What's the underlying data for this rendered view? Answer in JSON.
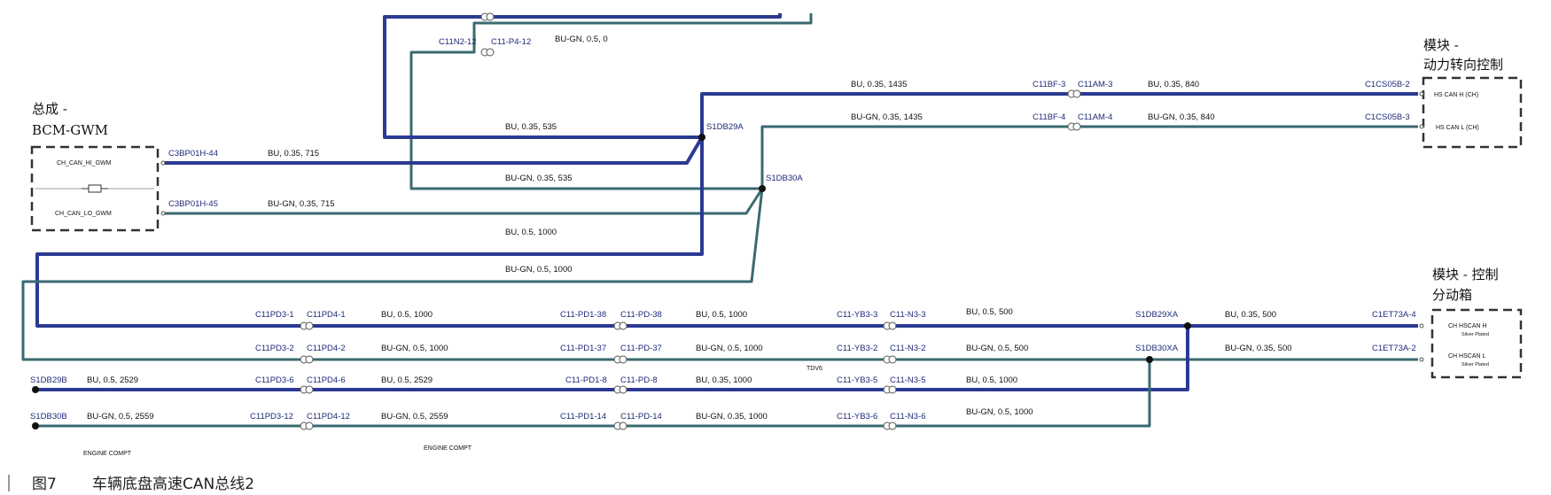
{
  "caption": {
    "fig": "图7",
    "title": "车辆底盘高速CAN总线2"
  },
  "colors": {
    "bu": "#2b3a92",
    "bu_gn": "#3a6a70",
    "text": "#1e2a78",
    "box": "#333333"
  },
  "modules": {
    "bcm": {
      "title_cn": "总成 -",
      "title_en": "BCM-GWM",
      "pin_hi": "CH_CAN_HI_GWM",
      "pin_lo": "CH_CAN_LO_GWM"
    },
    "ps": {
      "title1": "模块 -",
      "title2": "动力转向控制",
      "pin_h": "HS CAN H (CH)",
      "pin_l": "HS CAN L (CH)"
    },
    "tc": {
      "title1": "模块 - 控制",
      "title2": "分动箱",
      "pin_h": "CH HSCAN H",
      "pin_h_sub": "Silver Plated",
      "pin_l": "CH HSCAN L",
      "pin_l_sub": "Silver Plated"
    }
  },
  "connectors": {
    "c11n2_12": "C11N2-12",
    "c11p4_12": "C11-P4-12",
    "c3bp01h_44": "C3BP01H-44",
    "c3bp01h_45": "C3BP01H-45",
    "s1db29a": "S1DB29A",
    "s1db30a": "S1DB30A",
    "c11bf3": "C11BF-3",
    "c11am3": "C11AM-3",
    "c11bf4": "C11BF-4",
    "c11am4": "C11AM-4",
    "c1cs05b2": "C1CS05B-2",
    "c1cs05b3": "C1CS05B-3",
    "c11pd3_1": "C11PD3-1",
    "c11pd4_1": "C11PD4-1",
    "c11pd3_2": "C11PD3-2",
    "c11pd4_2": "C11PD4-2",
    "c11pd3_6": "C11PD3-6",
    "c11pd4_6": "C11PD4-6",
    "c11pd3_12": "C11PD3-12",
    "c11pd4_12": "C11PD4-12",
    "c11pd1_38": "C11-PD1-38",
    "c11pd_38": "C11-PD-38",
    "c11pd1_37": "C11-PD1-37",
    "c11pd_37": "C11-PD-37",
    "c11pd1_8": "C11-PD1-8",
    "c11pd_8": "C11-PD-8",
    "c11pd1_14": "C11-PD1-14",
    "c11pd_14": "C11-PD-14",
    "c11yb3_3": "C11-YB3-3",
    "c11n3_3": "C11-N3-3",
    "c11yb3_2": "C11-YB3-2",
    "c11n3_2": "C11-N3-2",
    "c11yb3_5": "C11-YB3-5",
    "c11n3_5": "C11-N3-5",
    "c11yb3_6": "C11-YB3-6",
    "c11n3_6": "C11-N3-6",
    "s1db29xa": "S1DB29XA",
    "s1db30xa": "S1DB30XA",
    "c1et73a_4": "C1ET73A-4",
    "c1et73a_2": "C1ET73A-2",
    "s1db29b": "S1DB29B",
    "s1db30b": "S1DB30B"
  },
  "wires": {
    "top_bugn_0": "BU-GN, 0.5, 0",
    "r1_bu_1435": "BU, 0.35, 1435",
    "r1_bu_840": "BU, 0.35, 840",
    "r2_bugn_1435": "BU-GN, 0.35, 1435",
    "r2_bugn_840": "BU-GN, 0.35, 840",
    "bu_535": "BU, 0.35, 535",
    "bu_715": "BU, 0.35, 715",
    "bugn_535": "BU-GN, 0.35, 535",
    "bugn_715": "BU-GN, 0.35, 715",
    "bu_1000a": "BU, 0.5, 1000",
    "bugn_1000a": "BU-GN, 0.5, 1000",
    "l1_bu_1000": "BU, 0.5, 1000",
    "l1_bu_1000b": "BU, 0.5, 1000",
    "l1_bu_500": "BU, 0.5, 500",
    "l1_bu_500b": "BU, 0.35, 500",
    "l2_bugn_1000": "BU-GN, 0.5, 1000",
    "l2_bugn_1000b": "BU-GN, 0.5, 1000",
    "l2_bugn_500": "BU-GN, 0.5, 500",
    "l2_bugn_500b": "BU-GN, 0.35, 500",
    "l3_bu_2529": "BU, 0.5, 2529",
    "l3_bu_2529b": "BU, 0.5, 2529",
    "l3_bu_1000": "BU, 0.35, 1000",
    "l3_bu_1000b": "BU, 0.5, 1000",
    "l4_bugn_2559": "BU-GN, 0.5, 2559",
    "l4_bugn_2559b": "BU-GN, 0.5, 2559",
    "l4_bugn_1000": "BU-GN, 0.35, 1000",
    "l4_bugn_1000b": "BU-GN, 0.5, 1000"
  },
  "notes": {
    "tdv6": "TDV6",
    "engine1": "ENGINE COMPT",
    "engine2": "ENGINE COMPT"
  }
}
